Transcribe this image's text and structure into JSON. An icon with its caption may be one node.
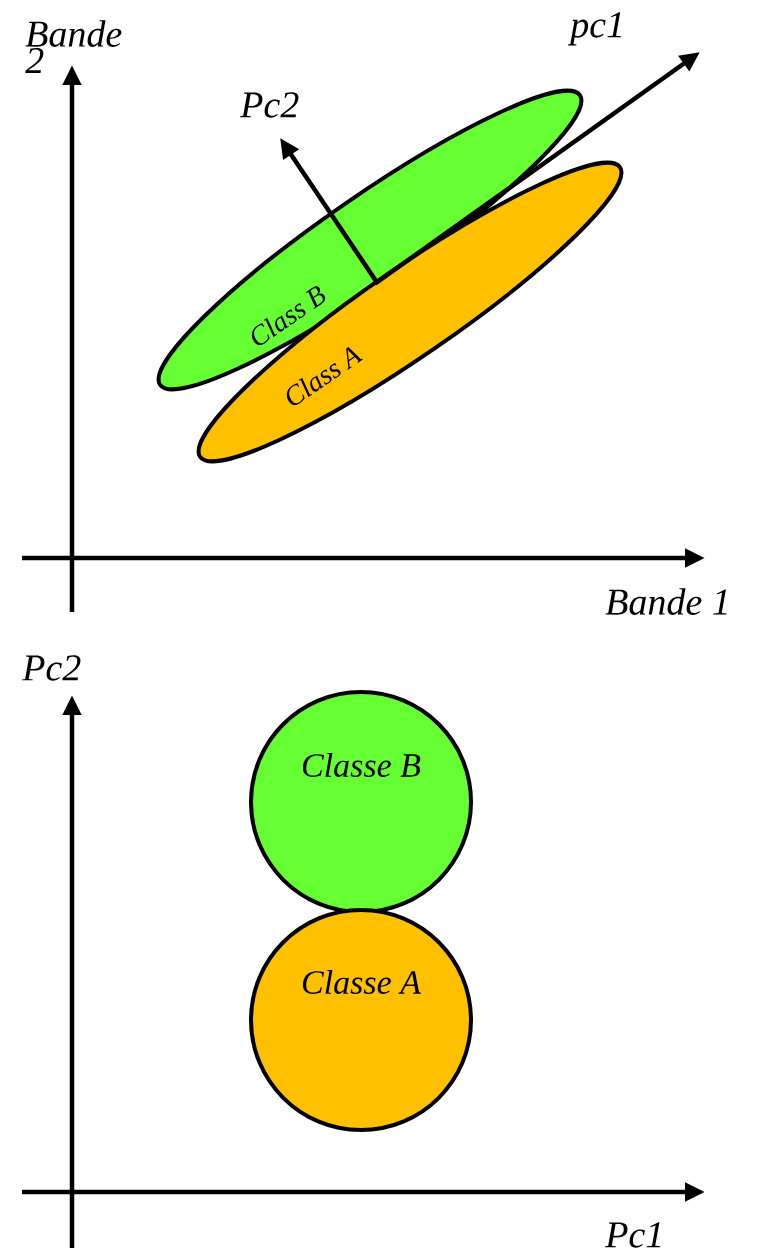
{
  "diagram": {
    "nodes": [
      {
        "text": [
          "Class B"
        ]
      },
      {
        "text": [
          "Class A"
        ]
      },
      {
        "text": [
          "Classe B"
        ]
      },
      {
        "text": [
          "Classe A"
        ]
      }
    ],
    "labels": [
      "Bande 2",
      "pc1",
      "Pc2",
      "Bande 1",
      "Pc2",
      "Pc1"
    ]
  }
}
